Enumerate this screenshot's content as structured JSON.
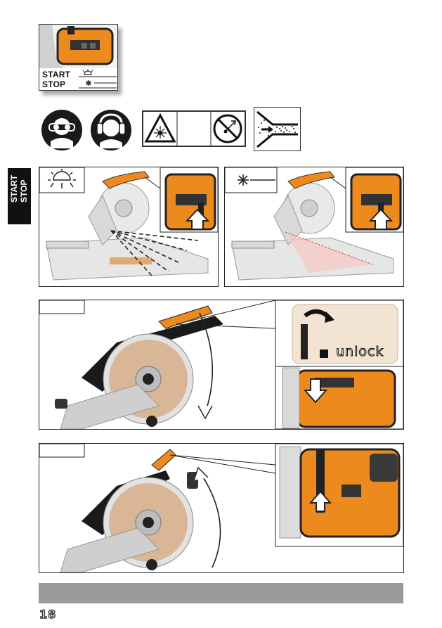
{
  "legend": {
    "start_label": "START",
    "stop_label": "STOP"
  },
  "side_tab": {
    "line1": "START",
    "line2": "STOP"
  },
  "panel_c": {
    "unlock_text": "unlock"
  },
  "page": {
    "number": "18"
  },
  "icons": {
    "eye_protection": "safety-goggles-icon",
    "ear_protection": "ear-defenders-icon",
    "laser_warning": "laser-warning-icon",
    "no_laser_stare": "do-not-stare-into-laser-icon",
    "dust": "dust-extraction-icon",
    "sun": "sun-icon",
    "laser_star": "laser-icon"
  },
  "colors": {
    "tool_orange": "#ec8a1d",
    "panel_gray": "#999999",
    "dark": "#1a1a1a"
  }
}
